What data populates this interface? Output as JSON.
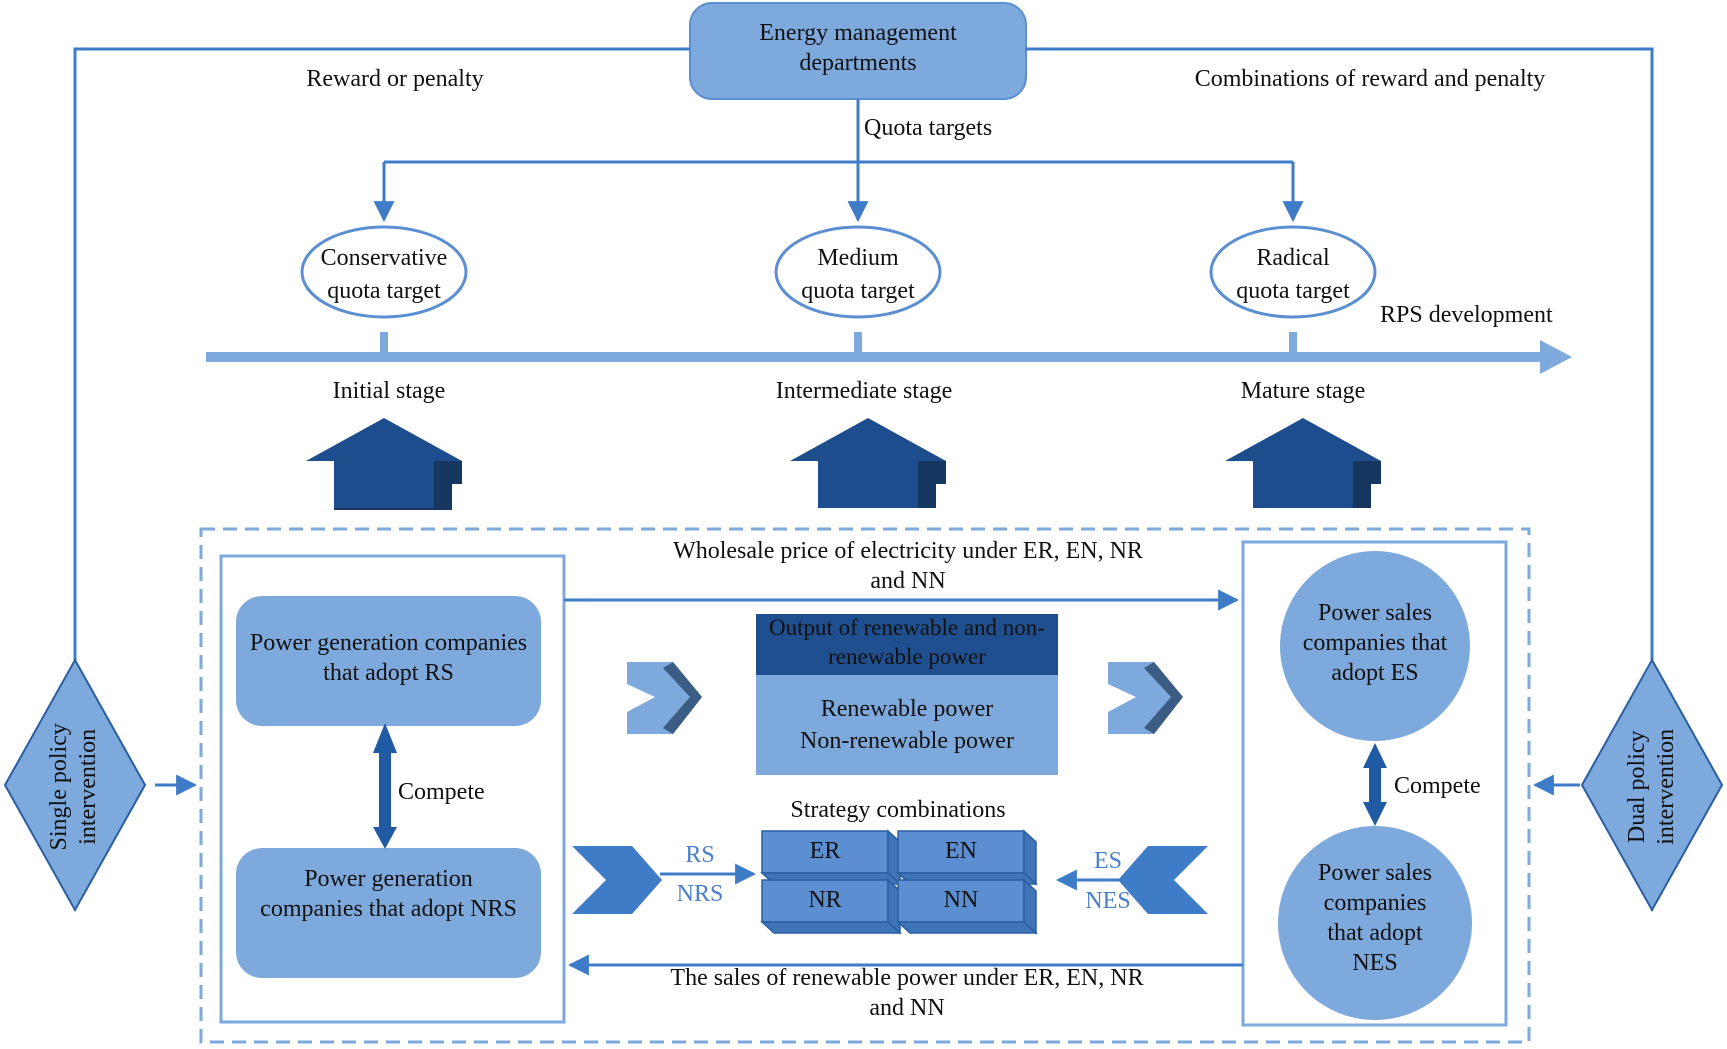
{
  "top": {
    "department": "Energy management departments",
    "quota_targets": "Quota targets",
    "reward_or_penalty": "Reward or penalty",
    "combinations": "Combinations of reward and penalty"
  },
  "targets": [
    {
      "line1": "Conservative",
      "line2": "quota target"
    },
    {
      "line1": "Medium",
      "line2": "quota target"
    },
    {
      "line1": "Radical",
      "line2": "quota target"
    }
  ],
  "timeline": {
    "label": "RPS development",
    "stages": [
      "Initial stage",
      "Intermediate stage",
      "Mature stage"
    ]
  },
  "side": {
    "left": {
      "line1": "Single policy",
      "line2": "intervention"
    },
    "right": {
      "line1": "Dual policy",
      "line2": "intervention"
    }
  },
  "generation": {
    "rs": "Power generation companies that adopt RS",
    "nrs": "Power generation companies that adopt NRS",
    "compete": "Compete"
  },
  "sales": {
    "es": "Power sales companies that adopt ES",
    "nes": "Power sales companies that adopt NES",
    "compete": "Compete"
  },
  "flows": {
    "wholesale": "Wholesale price of electricity under ER, EN, NR and NN",
    "sales_renewable": "The sales of renewable power under ER, EN, NR and NN"
  },
  "output_box": {
    "header": "Output of renewable and non-renewable power",
    "line1": "Renewable power",
    "line2": "Non-renewable power"
  },
  "strategy": {
    "title": "Strategy combinations",
    "cells": [
      "ER",
      "EN",
      "NR",
      "NN"
    ],
    "left_strategies": [
      "RS",
      "NRS"
    ],
    "right_strategies": [
      "ES",
      "NES"
    ]
  },
  "colors": {
    "line": "#3f7cc8",
    "light_fill": "#7ea9dc",
    "dark_fill": "#2a5ea3",
    "navy": "#1f4f8f"
  }
}
